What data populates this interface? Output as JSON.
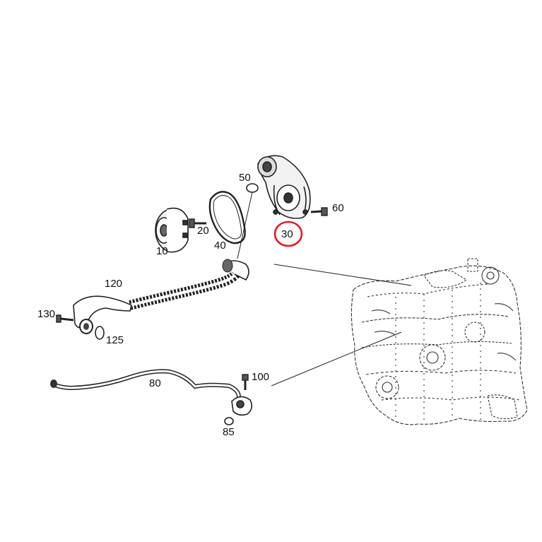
{
  "diagram": {
    "type": "exploded-parts-diagram",
    "highlight_color": "#e01b24",
    "highlighted_part": "30",
    "labels": {
      "p10": "10",
      "p20": "20",
      "p30": "30",
      "p40": "40",
      "p50": "50",
      "p60": "60",
      "p80": "80",
      "p85": "85",
      "p100": "100",
      "p120": "120",
      "p125": "125",
      "p130": "130"
    }
  }
}
